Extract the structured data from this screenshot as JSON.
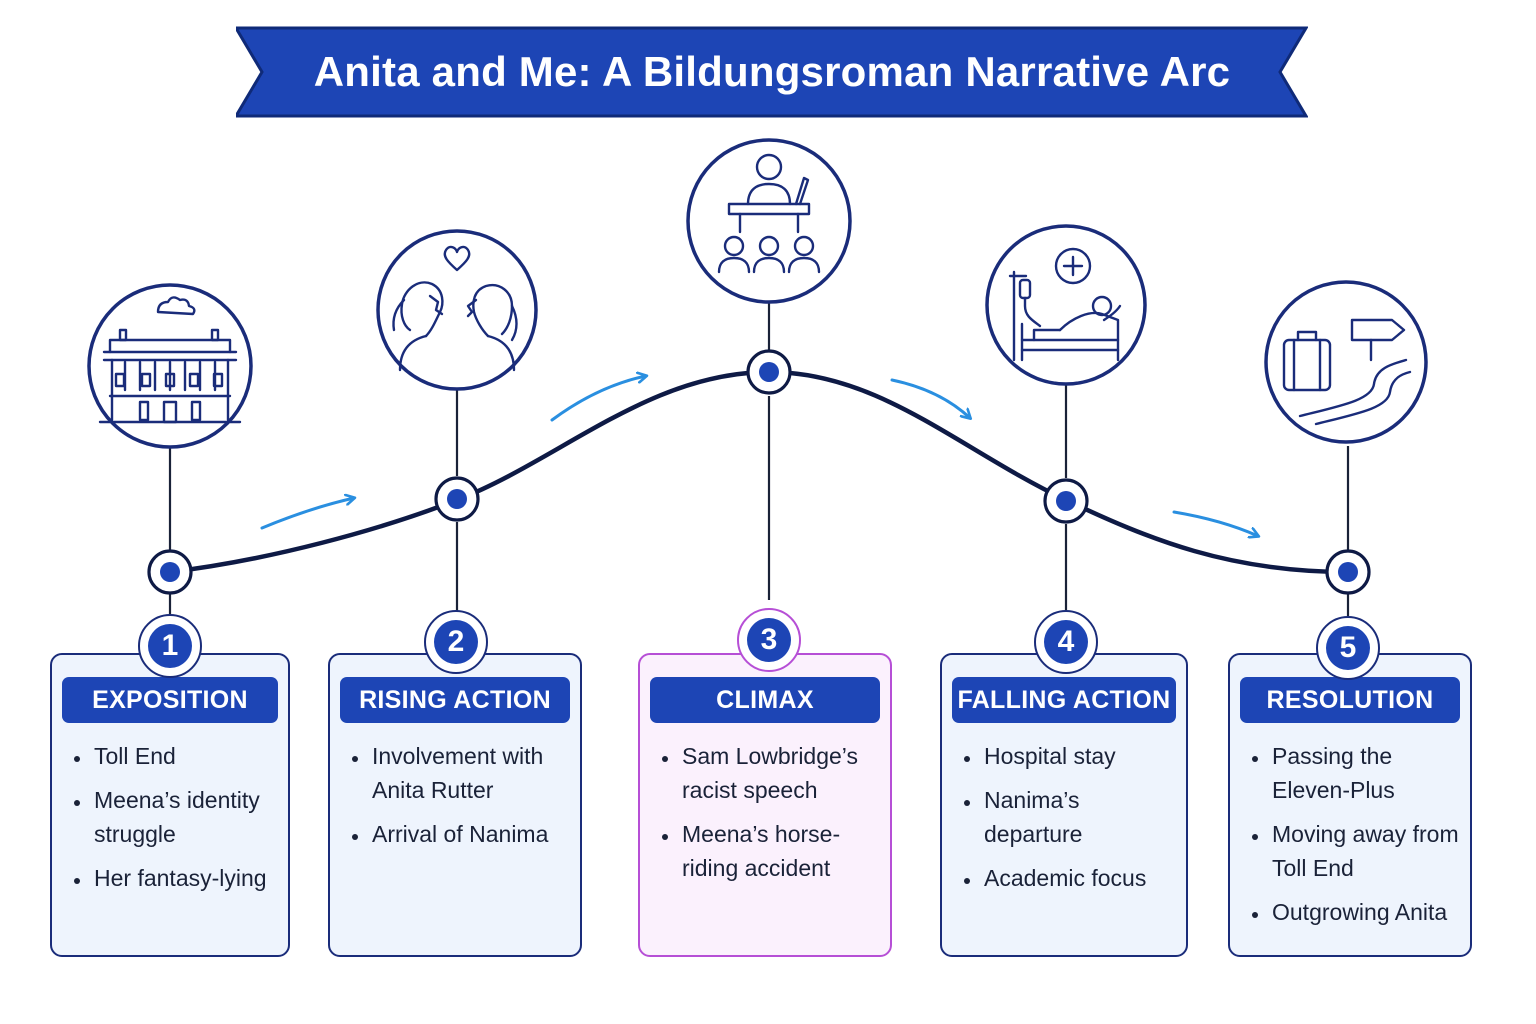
{
  "title": "Anita and Me: A Bildungsroman Narrative Arc",
  "colors": {
    "primary": "#1d45b5",
    "navy": "#1a2c7a",
    "curve": "#0e1a45",
    "arrow": "#2a8fe0",
    "climax_border": "#b64fd6",
    "card_fill": "#eef4fd",
    "climax_fill": "#fbf1fd"
  },
  "stages": [
    {
      "number": "1",
      "heading": "EXPOSITION",
      "icon": "house-terrace-icon",
      "bullets": [
        "Toll End",
        "Meena’s identity struggle",
        "Her fantasy-lying"
      ]
    },
    {
      "number": "2",
      "heading": "RISING ACTION",
      "icon": "two-girls-heart-icon",
      "bullets": [
        "Involvement with Anita Rutter",
        "Arrival of Nanima"
      ]
    },
    {
      "number": "3",
      "heading": "CLIMAX",
      "icon": "speaker-audience-icon",
      "bullets": [
        "Sam Lowbridge’s racist speech",
        "Meena’s horse-riding accident"
      ]
    },
    {
      "number": "4",
      "heading": "FALLING ACTION",
      "icon": "hospital-bed-icon",
      "bullets": [
        "Hospital stay",
        "Nanima’s departure",
        "Academic focus"
      ]
    },
    {
      "number": "5",
      "heading": "RESOLUTION",
      "icon": "suitcase-road-signpost-icon",
      "bullets": [
        "Passing the Eleven-Plus",
        "Moving away from Toll End",
        "Outgrowing Anita"
      ]
    }
  ]
}
